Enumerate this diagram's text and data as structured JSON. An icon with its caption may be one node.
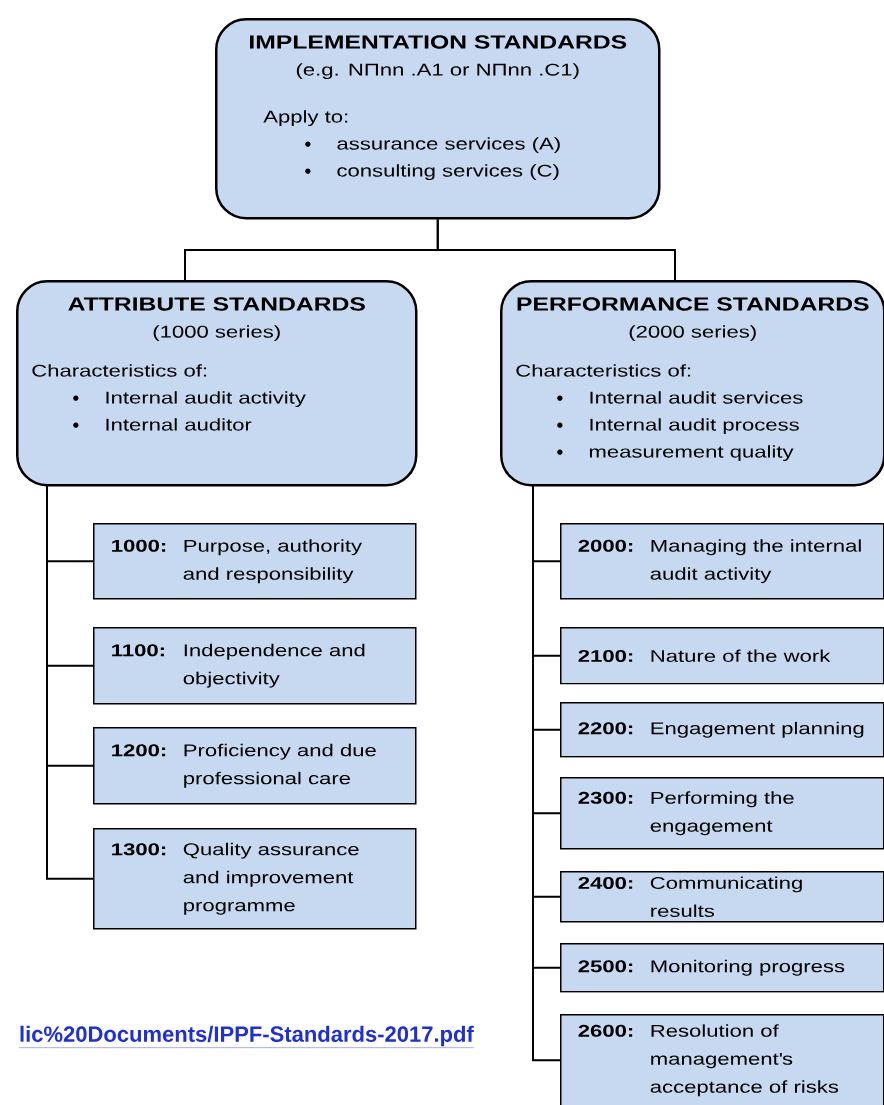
{
  "diagram": {
    "nodes": [
      {
        "text": [
          "IMPLEMENTATION STANDARDS",
          "(e.g. NΠnn .A1 or NΠnn .C1)",
          "Apply to:",
          "assurance services (A)",
          "consulting services (C)"
        ]
      },
      {
        "text": [
          "ATTRIBUTE STANDARDS",
          "(1000 series)",
          "Characteristics of:",
          "Internal audit activity",
          "Internal auditor"
        ]
      },
      {
        "text": [
          "PERFORMANCE STANDARDS",
          "(2000 series)",
          "Characteristics of:",
          "Internal audit services",
          "Internal audit process",
          "measurement quality"
        ]
      },
      {
        "text": [
          "1000:",
          "Purpose, authority and responsibility"
        ]
      },
      {
        "text": [
          "1100:",
          "Independence and objectivity"
        ]
      },
      {
        "text": [
          "1200:",
          "Proficiency and due professional care"
        ]
      },
      {
        "text": [
          "1300:",
          "Quality assurance and improvement programme"
        ]
      },
      {
        "text": [
          "2000:",
          "Managing the internal audit activity"
        ]
      },
      {
        "text": [
          "2100:",
          "Nature of the work"
        ]
      },
      {
        "text": [
          "2200:",
          "Engagement planning"
        ]
      },
      {
        "text": [
          "2300:",
          "Performing the engagement"
        ]
      },
      {
        "text": [
          "2400:",
          "Communicating results"
        ]
      },
      {
        "text": [
          "2500:",
          "Monitoring progress"
        ]
      },
      {
        "text": [
          "2600:",
          "Resolution of management's acceptance of risks"
        ]
      }
    ],
    "edges": [
      {
        "from": 0,
        "to": 1,
        "arrow": "none"
      },
      {
        "from": 0,
        "to": 2,
        "arrow": "none"
      },
      {
        "from": 1,
        "to": 3,
        "arrow": "none"
      },
      {
        "from": 1,
        "to": 4,
        "arrow": "none"
      },
      {
        "from": 1,
        "to": 5,
        "arrow": "none"
      },
      {
        "from": 1,
        "to": 6,
        "arrow": "none"
      },
      {
        "from": 2,
        "to": 7,
        "arrow": "none"
      },
      {
        "from": 2,
        "to": 8,
        "arrow": "none"
      },
      {
        "from": 2,
        "to": 9,
        "arrow": "none"
      },
      {
        "from": 2,
        "to": 10,
        "arrow": "none"
      },
      {
        "from": 2,
        "to": 11,
        "arrow": "none"
      },
      {
        "from": 2,
        "to": 12,
        "arrow": "none"
      },
      {
        "from": 2,
        "to": 13,
        "arrow": "none"
      }
    ],
    "labels": [
      "lic%20Documents/IPPF-Standards-2017.pdf"
    ]
  }
}
